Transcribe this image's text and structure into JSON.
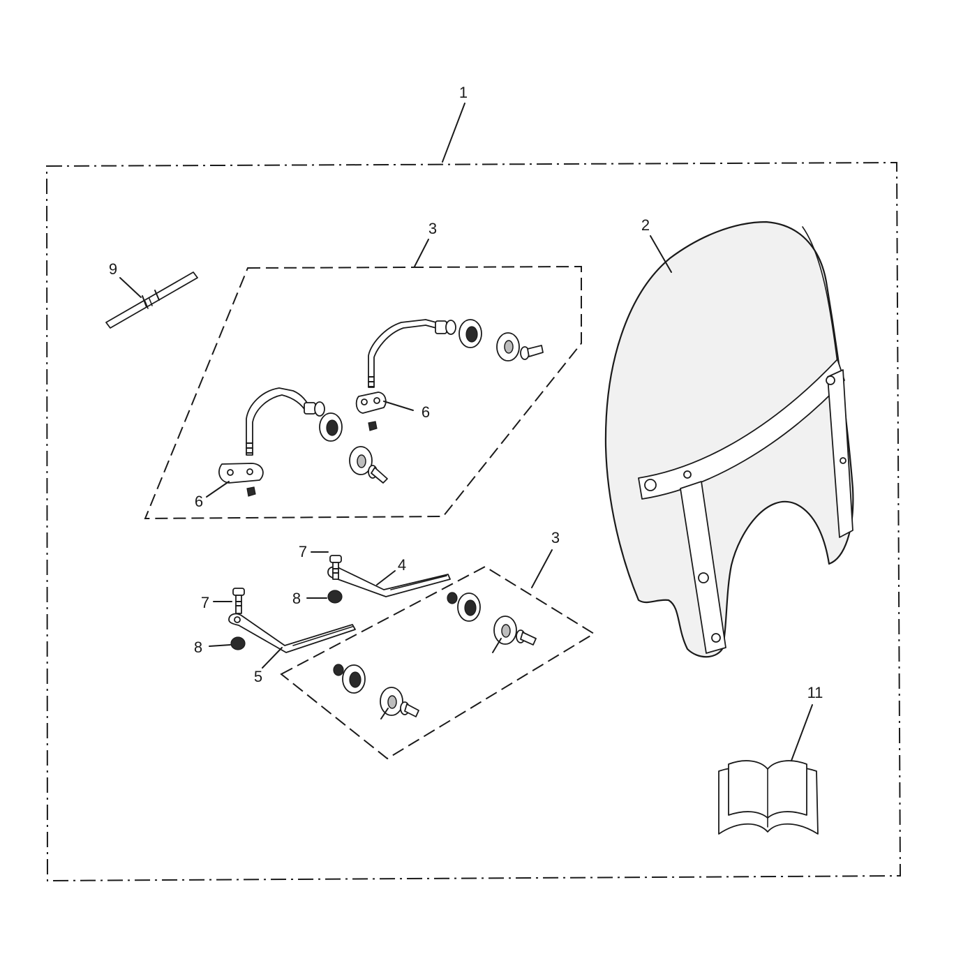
{
  "callouts": [
    {
      "id": "kit",
      "text": "1"
    },
    {
      "id": "screen",
      "text": "2"
    },
    {
      "id": "fitting-kit-upper",
      "text": "3"
    },
    {
      "id": "fitting-kit-lower",
      "text": "3"
    },
    {
      "id": "bracket-lh",
      "text": "4"
    },
    {
      "id": "bracket-rh",
      "text": "5"
    },
    {
      "id": "clamp-plate-right",
      "text": "6"
    },
    {
      "id": "clamp-plate-left",
      "text": "6"
    },
    {
      "id": "bolt-upper",
      "text": "7"
    },
    {
      "id": "bolt-lower",
      "text": "7"
    },
    {
      "id": "nut-upper",
      "text": "8"
    },
    {
      "id": "nut-lower",
      "text": "8"
    },
    {
      "id": "cable-tie",
      "text": "9"
    },
    {
      "id": "instructions",
      "text": "11"
    }
  ]
}
